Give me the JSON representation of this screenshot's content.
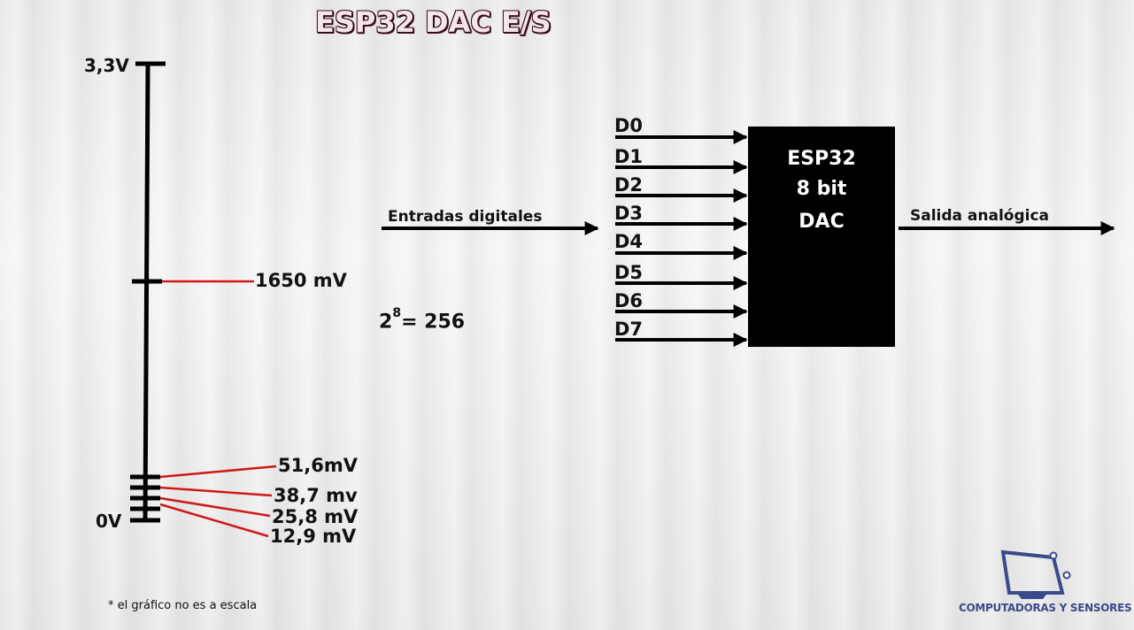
{
  "title": "ESP32 DAC E/S",
  "scale": {
    "top_label": "3,3V",
    "mid_label": "1650 mV",
    "bottom_label": "0V",
    "steps": [
      "51,6mV",
      "38,7 mv",
      "25,8 mV",
      "12,9 mV"
    ]
  },
  "note": "* el gráfico no es a escala",
  "input_label": "Entradas digitales",
  "output_label": "Salida analógica",
  "formula": {
    "base": "2",
    "exponent": "8",
    "result": "= 256"
  },
  "inputs": [
    "D0",
    "D1",
    "D2",
    "D3",
    "D4",
    "D5",
    "D6",
    "D7"
  ],
  "chip": {
    "line1": "ESP32",
    "line2": "8 bit",
    "line3": "DAC"
  },
  "logo": {
    "text": "COMPUTADORAS Y SENSORES",
    "icon": "computer-monitor-icon"
  },
  "colors": {
    "scale_line": "#000000",
    "pointer": "#d01818",
    "chip": "#000000",
    "logo": "#3b4a8c"
  }
}
